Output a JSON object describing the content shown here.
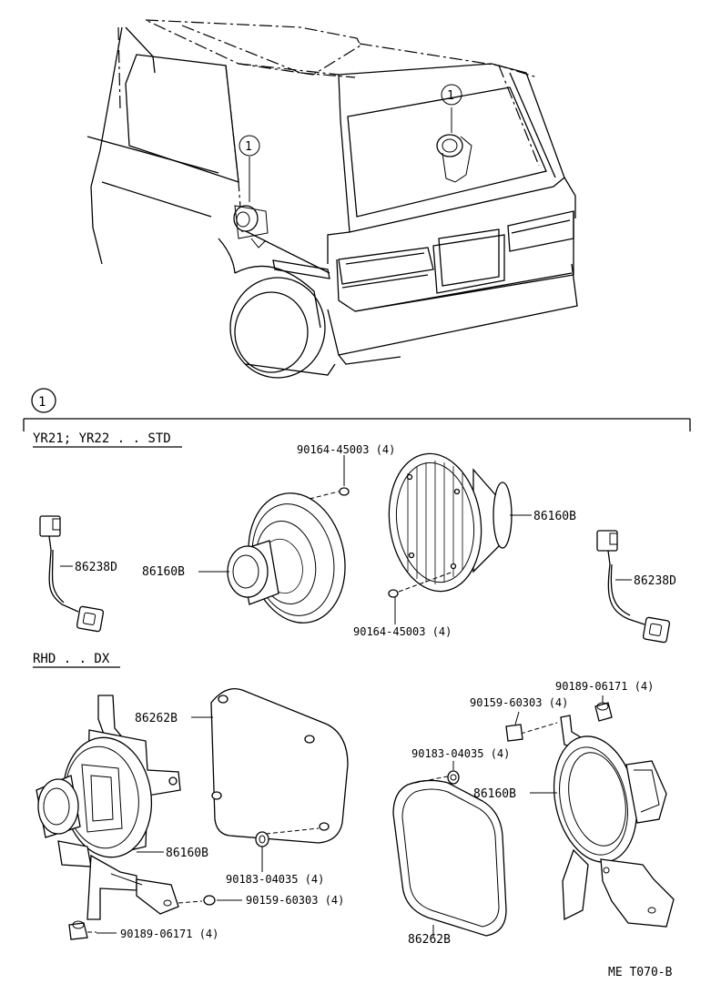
{
  "callout_number": "1",
  "sections": {
    "std": "YR21; YR22 . . STD",
    "dx": "RHD . . DX"
  },
  "part_labels": {
    "screw_std_top": "90164-45003 (4)",
    "speaker_std_right": "86160B",
    "wire_left": "86238D",
    "speaker_std_left": "86160B",
    "wire_right": "86238D",
    "screw_std_bottom": "90164-45003 (4)",
    "grille_dx_left": "86262B",
    "speaker_dx_left": "86160B",
    "nut_dx_left": "90183-04035 (4)",
    "screw_dx_left": "90159-60303 (4)",
    "clip_dx_left": "90189-06171 (4)",
    "clip_dx_right": "90189-06171 (4)",
    "screw_dx_right": "90159-60303 (4)",
    "nut_dx_right": "90183-04035 (4)",
    "speaker_dx_right": "86160B",
    "grille_dx_right": "86262B"
  },
  "diagram_code": "ME T070-B"
}
